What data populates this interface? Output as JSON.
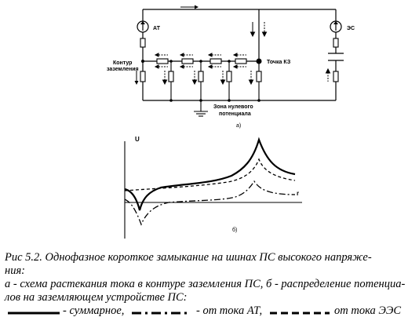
{
  "diagram_a": {
    "labels": {
      "at": "АТ",
      "es": "ЭС",
      "contour_line1": "Контур",
      "contour_line2": "заземления",
      "kz_point": "Точка КЗ",
      "zero_zone_line1": "Зона нулевого",
      "zero_zone_line2": "потенциала",
      "panel_label": "а)"
    }
  },
  "diagram_b": {
    "axis_u": "U",
    "axis_r": "r",
    "panel_label": "б)"
  },
  "caption": {
    "line1": "Рис 5.2. Однофазное короткое замыкание на шинах ПС высокого напряже-",
    "line2": "ния:",
    "line3": "а - схема растекания тока в контуре заземления ПС, б - распределение потенциа-",
    "line4": "лов на заземляющем устройстве ПС:"
  },
  "legend": {
    "total": "- суммарное,",
    "from_at": "- от тока АТ,",
    "from_ees": "от тока ЭЭС"
  }
}
